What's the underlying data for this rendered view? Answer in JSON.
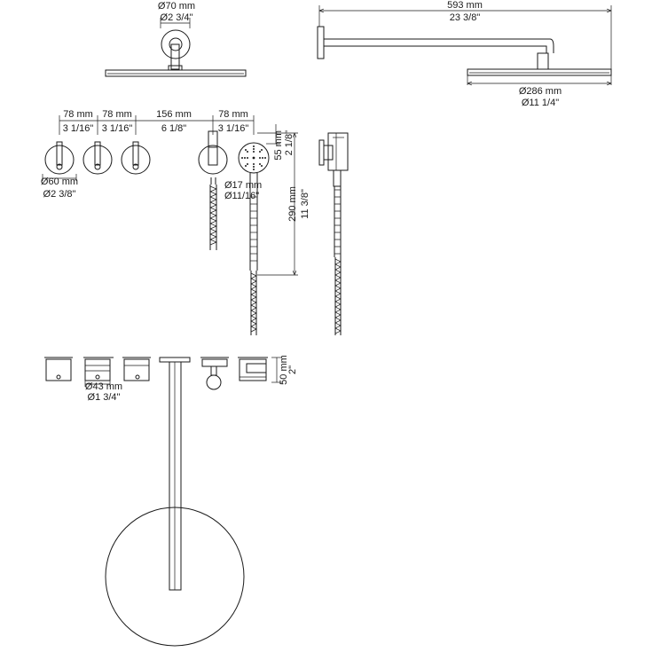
{
  "dimensions": {
    "shower_arm_base_diameter": {
      "metric": "Ø70 mm",
      "imperial": "Ø2 3/4\""
    },
    "wall_arm_length": {
      "metric": "593 mm",
      "imperial": "23 3/8\""
    },
    "shower_head_diameter": {
      "metric": "Ø286 mm",
      "imperial": "Ø11 1/4\""
    },
    "valve_spacing_1": {
      "metric": "78 mm",
      "imperial": "3 1/16\""
    },
    "valve_spacing_2": {
      "metric": "78 mm",
      "imperial": "3 1/16\""
    },
    "valve_spacing_3": {
      "metric": "156 mm",
      "imperial": "6 1/8\""
    },
    "valve_spacing_4": {
      "metric": "78 mm",
      "imperial": "3 1/16\""
    },
    "handle_diameter": {
      "metric": "Ø60 mm",
      "imperial": "Ø2 3/8\""
    },
    "hand_shower_head_height": {
      "metric": "55 mm",
      "imperial": "2 1/8\""
    },
    "hose_diameter": {
      "metric": "Ø17 mm",
      "imperial": "Ø11/16\""
    },
    "hand_shower_length": {
      "metric": "290 mm",
      "imperial": "11 3/8\""
    },
    "rosette_diameter": {
      "metric": "Ø43 mm",
      "imperial": "Ø1 3/4\""
    },
    "rosette_depth": {
      "metric": "50 mm",
      "imperial": "2\""
    }
  },
  "colors": {
    "line": "#1a1a1a",
    "background": "#ffffff"
  }
}
